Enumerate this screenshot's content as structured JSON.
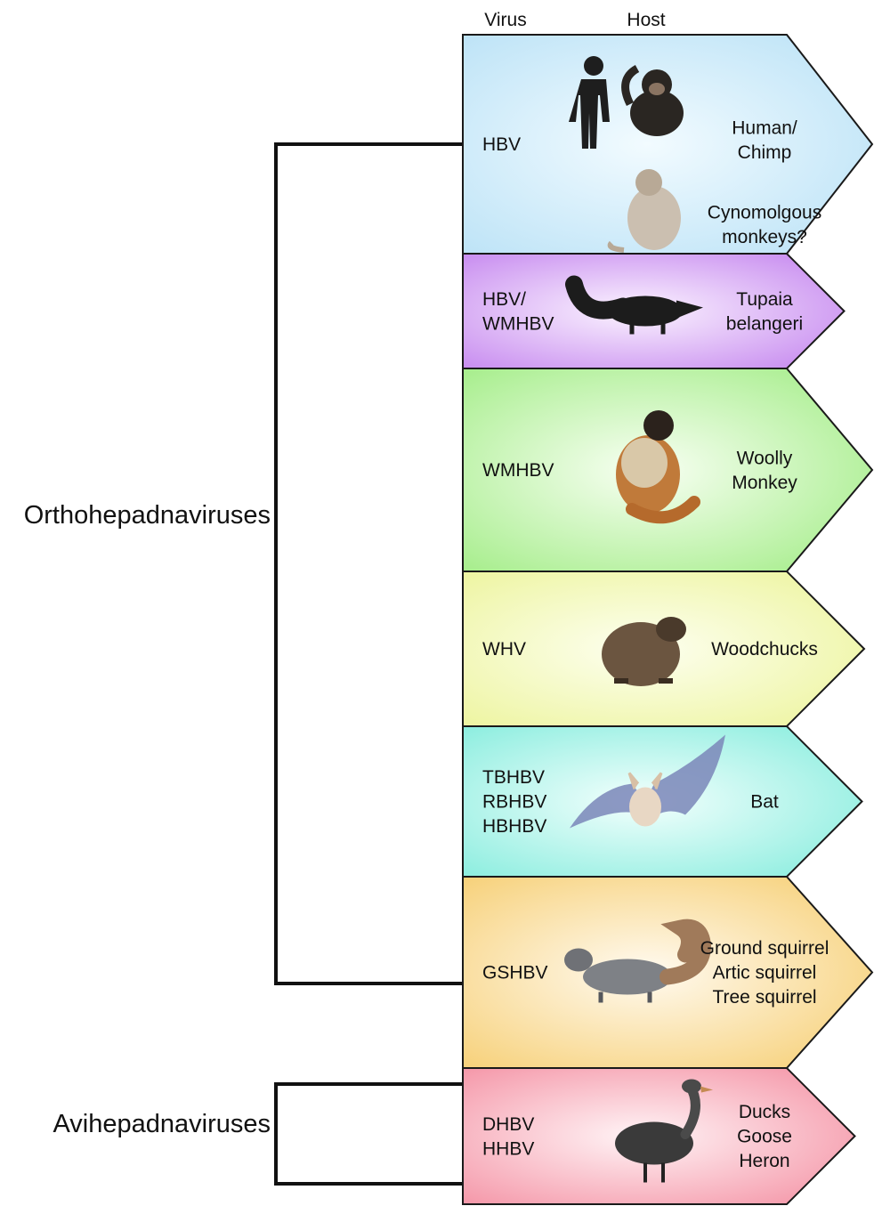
{
  "headers": {
    "virus": "Virus",
    "host": "Host"
  },
  "groups": {
    "ortho": "Orthohepadnaviruses",
    "avi": "Avihepadnaviruses"
  },
  "rows": [
    {
      "id": "hbv",
      "virus_lines": [
        "HBV"
      ],
      "host_blocks": [
        [
          "Human/",
          "Chimp"
        ],
        [
          "Cynomolgous",
          "monkeys?"
        ]
      ],
      "colors": {
        "center": "#f2fbff",
        "edge": "#bfe4f7"
      },
      "animals": [
        "human-silhouette-icon",
        "chimpanzee-icon",
        "macaque-icon"
      ]
    },
    {
      "id": "tupaia",
      "virus_lines": [
        "HBV/",
        "WMHBV"
      ],
      "host_blocks": [
        [
          "Tupaia",
          "belangeri"
        ]
      ],
      "colors": {
        "center": "#fbf3ff",
        "edge": "#c98ff0"
      },
      "animals": [
        "tree-shrew-icon"
      ]
    },
    {
      "id": "wmhbv",
      "virus_lines": [
        "WMHBV"
      ],
      "host_blocks": [
        [
          "Woolly",
          "Monkey"
        ]
      ],
      "colors": {
        "center": "#f8fff3",
        "edge": "#a9ee8f"
      },
      "animals": [
        "woolly-monkey-icon"
      ]
    },
    {
      "id": "whv",
      "virus_lines": [
        "WHV"
      ],
      "host_blocks": [
        [
          "Woodchucks"
        ]
      ],
      "colors": {
        "center": "#fdfff0",
        "edge": "#eef5a3"
      },
      "animals": [
        "woodchuck-icon"
      ]
    },
    {
      "id": "bat",
      "virus_lines": [
        "TBHBV",
        "RBHBV",
        "HBHBV"
      ],
      "host_blocks": [
        [
          "Bat"
        ]
      ],
      "colors": {
        "center": "#f3fffd",
        "edge": "#8feee0"
      },
      "animals": [
        "bat-icon"
      ]
    },
    {
      "id": "squirrel",
      "virus_lines": [
        "GSHBV"
      ],
      "host_blocks": [
        [
          "Ground squirrel",
          "Artic squirrel",
          "Tree squirrel"
        ]
      ],
      "colors": {
        "center": "#fffaf0",
        "edge": "#f7d27d"
      },
      "animals": [
        "squirrel-icon"
      ]
    },
    {
      "id": "avian",
      "virus_lines": [
        "DHBV",
        "HHBV"
      ],
      "host_blocks": [
        [
          "Ducks",
          "Goose",
          "Heron"
        ]
      ],
      "colors": {
        "center": "#fff4f6",
        "edge": "#f59aab"
      },
      "animals": [
        "goose-icon"
      ]
    }
  ]
}
